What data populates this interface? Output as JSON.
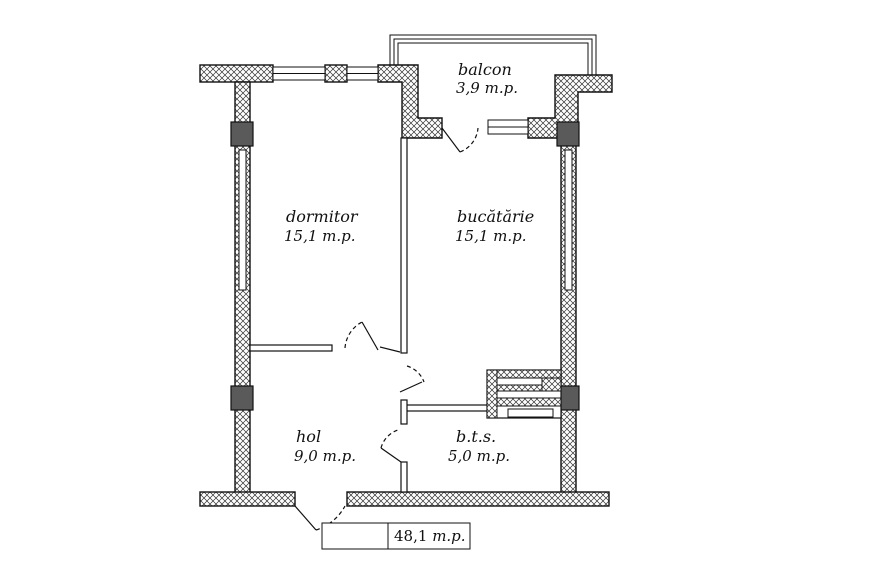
{
  "rooms": {
    "balcon": {
      "name": "balcon",
      "area": "3,9 m.p."
    },
    "dormitor": {
      "name": "dormitor",
      "area": "15,1 m.p."
    },
    "bucatarie": {
      "name": "bucătărie",
      "area": "15,1 m.p."
    },
    "hol": {
      "name": "hol",
      "area": "9,0 m.p."
    },
    "bts": {
      "name": "b.t.s.",
      "area": "5,0 m.p."
    }
  },
  "total": {
    "value": "48,1",
    "unit": "m.p."
  },
  "colors": {
    "wall_line": "#111111",
    "hatch": "#333333",
    "column": "#5a5a5a",
    "background": "#ffffff"
  }
}
